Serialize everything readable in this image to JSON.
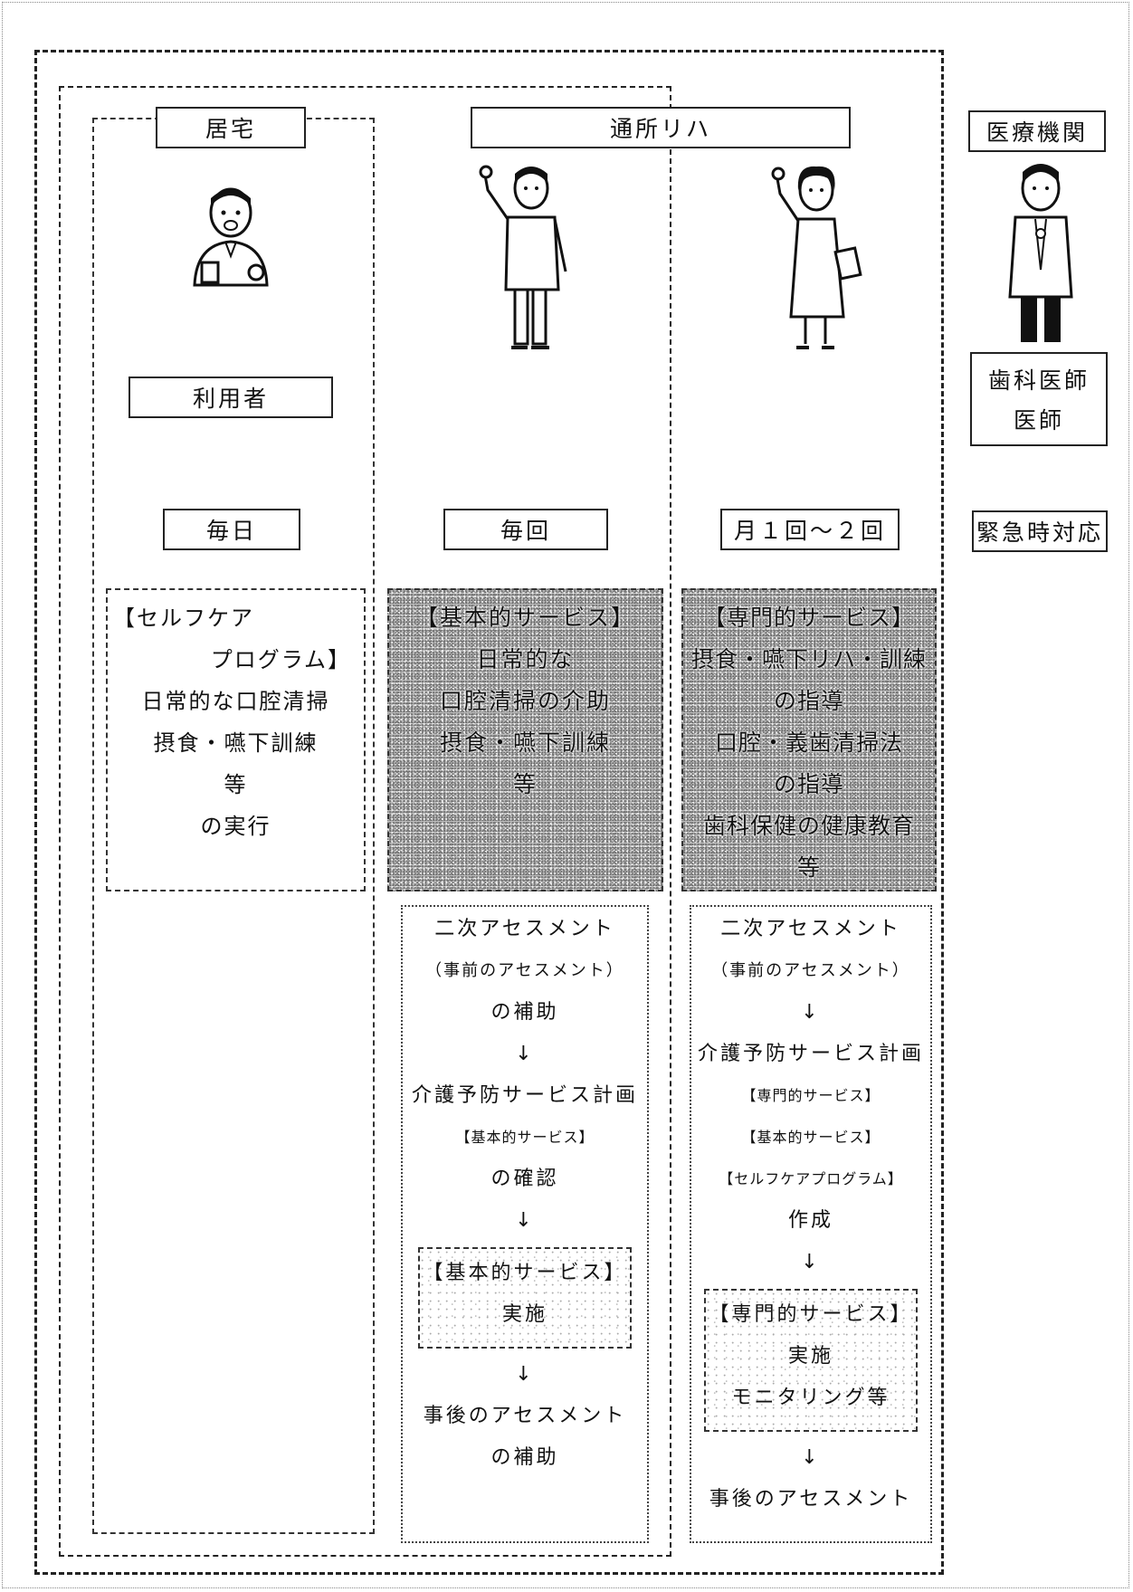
{
  "headers": {
    "home": "居宅",
    "rehab": "通所リハ",
    "medical": "医療機関"
  },
  "roles": {
    "user": "利用者",
    "medical_staff": [
      "歯科医師",
      "医師"
    ]
  },
  "frequency": {
    "home": "毎日",
    "staff_a": "毎回",
    "staff_b": "月１回～２回",
    "medical": "緊急時対応"
  },
  "selfcare_box": {
    "lines": [
      "【セルフケア",
      "プログラム】",
      "日常的な口腔清掃",
      "摂食・嚥下訓練",
      "等",
      "の実行"
    ]
  },
  "basic_service_box": {
    "lines": [
      "【基本的サービス】",
      "日常的な",
      "口腔清掃の介助",
      "摂食・嚥下訓練",
      "等"
    ]
  },
  "specialist_service_box": {
    "lines": [
      "【専門的サービス】",
      "摂食・嚥下リハ・訓練",
      "の指導",
      "口腔・義歯清掃法",
      "の指導",
      "歯科保健の健康教育",
      "等"
    ]
  },
  "flow_a": {
    "lines_top": [
      "二次アセスメント",
      "（事前のアセスメント）",
      "の補助",
      "↓",
      "介護予防サービス計画",
      "【基本的サービス】",
      "の確認",
      "↓"
    ],
    "inner": [
      "【基本的サービス】",
      "実施"
    ],
    "lines_bottom": [
      "↓",
      "事後のアセスメント",
      "の補助"
    ]
  },
  "flow_b": {
    "lines_top": [
      "二次アセスメント",
      "（事前のアセスメント）",
      "↓",
      "介護予防サービス計画",
      "【専門的サービス】",
      "【基本的サービス】",
      "【セルフケアプログラム】",
      "作成",
      "↓"
    ],
    "inner": [
      "【専門的サービス】",
      "実施",
      "モニタリング等"
    ],
    "lines_bottom": [
      "↓",
      "事後のアセスメント"
    ]
  }
}
